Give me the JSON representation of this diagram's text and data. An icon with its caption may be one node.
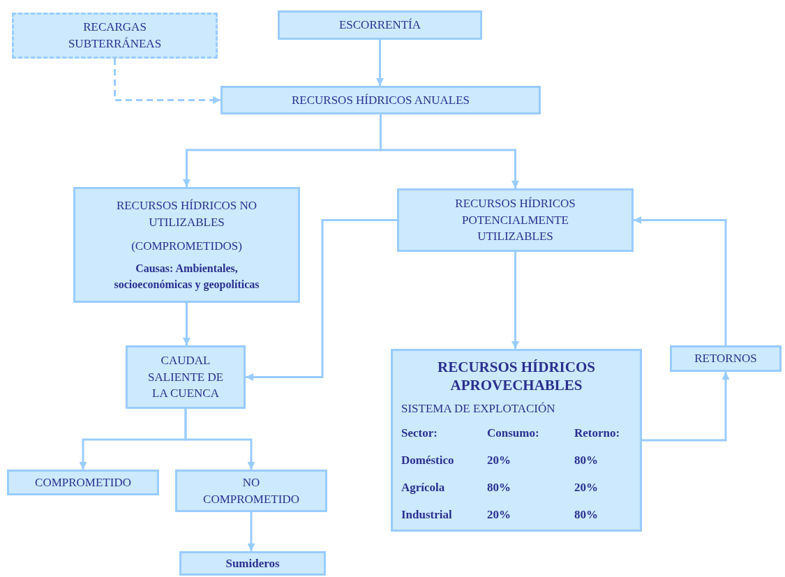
{
  "diagram": {
    "nodes": [
      {
        "text": [
          "RECARGAS SUBTERRÁNEAS"
        ]
      },
      {
        "text": [
          "ESCORRENTÍA"
        ]
      },
      {
        "text": [
          "RECURSOS HÍDRICOS ANUALES"
        ]
      },
      {
        "text": [
          "RECURSOS HÍDRICOS NO UTILIZABLES",
          "(COMPROMETIDOS)",
          "Causas: Ambientales, socioeconómicas y geopolíticas"
        ]
      },
      {
        "text": [
          "RECURSOS HÍDRICOS POTENCIALMENTE UTILIZABLES"
        ]
      },
      {
        "text": [
          "CAUDAL SALIENTE DE LA CUENCA"
        ]
      },
      {
        "text": [
          "RECURSOS HÍDRICOS APROVECHABLES",
          "SISTEMA DE EXPLOTACIÓN",
          "Sector:",
          "Consumo:",
          "Retorno:",
          "Doméstico",
          "20%",
          "80%",
          "Agrícola",
          "80%",
          "20%",
          "Industrial",
          "20%",
          "80%"
        ]
      },
      {
        "text": [
          "RETORNOS"
        ]
      },
      {
        "text": [
          "COMPROMETIDO"
        ]
      },
      {
        "text": [
          "NO COMPROMETIDO"
        ]
      },
      {
        "text": [
          "Sumideros"
        ]
      }
    ],
    "edges": [
      {
        "from": 0,
        "to": 2,
        "arrow": "to",
        "style": "dashed"
      },
      {
        "from": 1,
        "to": 2,
        "arrow": "to"
      },
      {
        "from": 2,
        "to": 3,
        "arrow": "to"
      },
      {
        "from": 2,
        "to": 4,
        "arrow": "to"
      },
      {
        "from": 3,
        "to": 5,
        "arrow": "to"
      },
      {
        "from": 4,
        "to": 5,
        "arrow": "to"
      },
      {
        "from": 4,
        "to": 6,
        "arrow": "to"
      },
      {
        "from": 6,
        "to": 7,
        "arrow": "to"
      },
      {
        "from": 7,
        "to": 4,
        "arrow": "to"
      },
      {
        "from": 5,
        "to": 8,
        "arrow": "to"
      },
      {
        "from": 5,
        "to": 9,
        "arrow": "to"
      },
      {
        "from": 9,
        "to": 10,
        "arrow": "to"
      }
    ]
  }
}
